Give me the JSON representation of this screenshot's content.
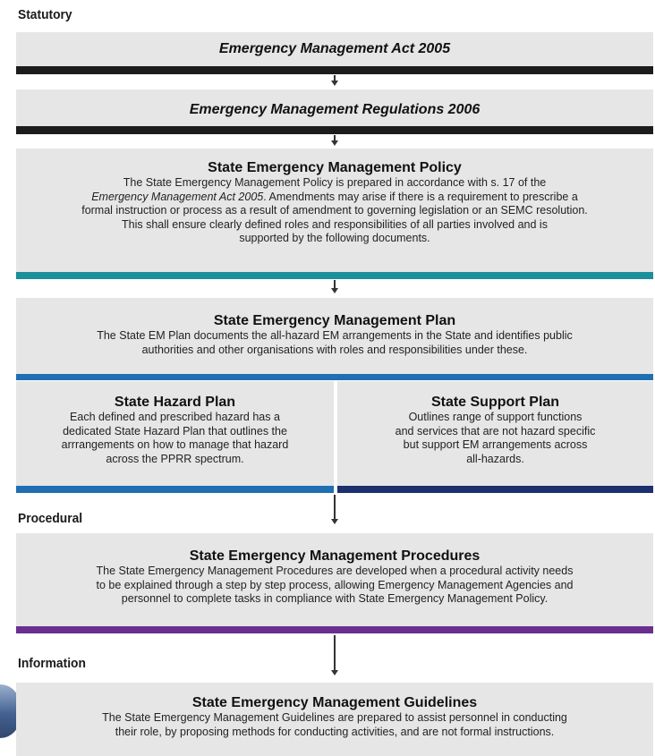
{
  "sections": {
    "statutory": "Statutory",
    "procedural": "Procedural",
    "information": "Information"
  },
  "boxes": {
    "act": {
      "title": "Emergency Management Act 2005"
    },
    "regulations": {
      "title": "Emergency Management Regulations 2006"
    },
    "policy": {
      "title": "State Emergency Management Policy",
      "body_line1": "The State Emergency Management Policy is prepared in accordance with s. 17 of the",
      "body_line2_italic": "Emergency Management Act 2005",
      "body_line2_rest": ". Amendments may arise if there is a requirement to prescribe a",
      "body_line3": "formal instruction or process as a result of amendment to governing legislation or an SEMC resolution.",
      "body_line4": "This shall ensure clearly defined roles and responsibilities of all parties involved and is",
      "body_line5": "supported by the following documents."
    },
    "plan": {
      "title": "State Emergency Management Plan",
      "body_line1": "The State EM Plan documents the all-hazard EM arrangements in the State and identifies public",
      "body_line2": "authorities and other organisations with roles and responsibilities under these."
    },
    "hazard_plan": {
      "title": "State Hazard Plan",
      "lines": [
        "Each defined and prescribed hazard has a",
        "dedicated State Hazard Plan that outlines the",
        "arrrangements on how to manage that hazard",
        "across the PPRR spectrum."
      ]
    },
    "support_plan": {
      "title": "State Support Plan",
      "lines": [
        "Outlines range of support functions",
        "and services that are not hazard specific",
        "but support EM arrangements across",
        "all-hazards."
      ]
    },
    "procedures": {
      "title": "State Emergency Management Procedures",
      "lines": [
        "The State Emergency Management Procedures are developed when a procedural activity needs",
        "to be explained through a step by step process, allowing Emergency Management Agencies and",
        "personnel to complete tasks in compliance with State Emergency Management Policy."
      ]
    },
    "guidelines": {
      "title": "State Emergency Management Guidelines",
      "lines": [
        "The State Emergency Management Guidelines are prepared to assist personnel in conducting",
        "their role, by proposing methods for conducting activities, and are not formal instructions."
      ]
    }
  },
  "colors": {
    "box_bg": "#e6e6e6",
    "black_band": "#1c1c1c",
    "teal_band": "#1b8f9a",
    "blue_band": "#1f6fb2",
    "navy_band": "#1c2f6e",
    "purple_band": "#6a2e8f"
  }
}
